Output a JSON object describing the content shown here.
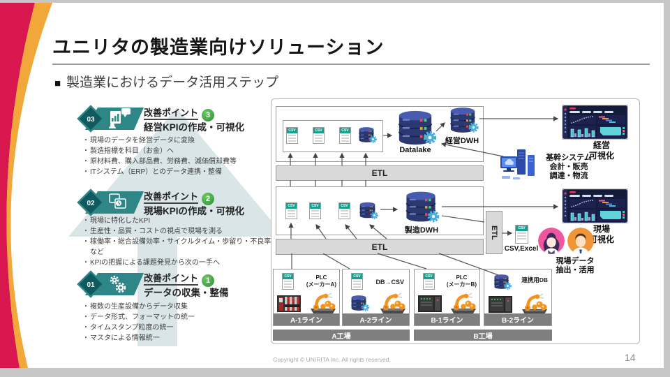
{
  "slide": {
    "title": "ユニリタの製造業向けソリューション",
    "subtitle_marker": "■",
    "subtitle": "製造業におけるデータ活用ステップ",
    "footer": "Copyright © UNIRITA Inc. All rights reserved.",
    "page_number": "14"
  },
  "steps": [
    {
      "num": "03",
      "point_label": "改善ポイント",
      "point_num": "3",
      "title": "経営KPIの作成・可視化",
      "bullets": [
        "現場のデータを経営データに変換",
        "製造指標を科目（お金）へ",
        "原材料費、購入部品費、労務費、減価償却費等",
        "ITシステム（ERP）とのデータ連携・整備"
      ]
    },
    {
      "num": "02",
      "point_label": "改善ポイント",
      "point_num": "2",
      "title": "現場KPIの作成・可視化",
      "bullets": [
        "現場に特化したKPI",
        "生産性・品質・コストの視点で現場を測る",
        "稼働率・総合設備効率・サイクルタイム・歩留り・不良率など",
        "KPIの把握による課題発見から次の一手へ"
      ]
    },
    {
      "num": "01",
      "point_label": "改善ポイント",
      "point_num": "1",
      "title": "データの収集・整備",
      "bullets": [
        "複数の生産設備からデータ収集",
        "データ形式、フォーマットの統一",
        "タイムスタンプ粒度の統一",
        "マスタによる情報統一"
      ]
    }
  ],
  "diagram": {
    "etl_label": "ETL",
    "csv_label": "CSV",
    "datalake_label": "Datalake",
    "keiei_dwh_label": "経営DWH",
    "seizo_dwh_label": "製造DWH",
    "csv_excel_label": "CSV,Excel",
    "dashboards": [
      {
        "line1": "経営",
        "line2": "可視化"
      },
      {
        "line1": "現場",
        "line2": "可視化"
      }
    ],
    "core_system": {
      "line1": "基幹システム",
      "line2": "会計・販売",
      "line3": "調達・物流"
    },
    "field_data": {
      "line1": "現場データ",
      "line2": "抽出・活用"
    },
    "lines": [
      {
        "device_line1": "PLC",
        "device_line2": "(メーカーA)",
        "label": "A-1ライン"
      },
      {
        "device_line1": "DB→CSV",
        "device_line2": "",
        "label": "A-2ライン"
      },
      {
        "device_line1": "PLC",
        "device_line2": "(メーカーB)",
        "label": "B-1ライン"
      },
      {
        "device_line1": "連携用DB",
        "device_line2": "",
        "label": "B-2ライン"
      }
    ],
    "factories": [
      {
        "label": "A工場"
      },
      {
        "label": "B工場"
      }
    ]
  },
  "colors": {
    "brand_red": "#d8174f",
    "brand_orange": "#f2a73b",
    "teal_badge": "#2f8686",
    "green_badge": "#2f8f3f",
    "csv_teal": "#17a08e",
    "db_navy": "#2c3870",
    "gear_blue": "#4aaede",
    "bar_gray": "#7f7f7f"
  }
}
